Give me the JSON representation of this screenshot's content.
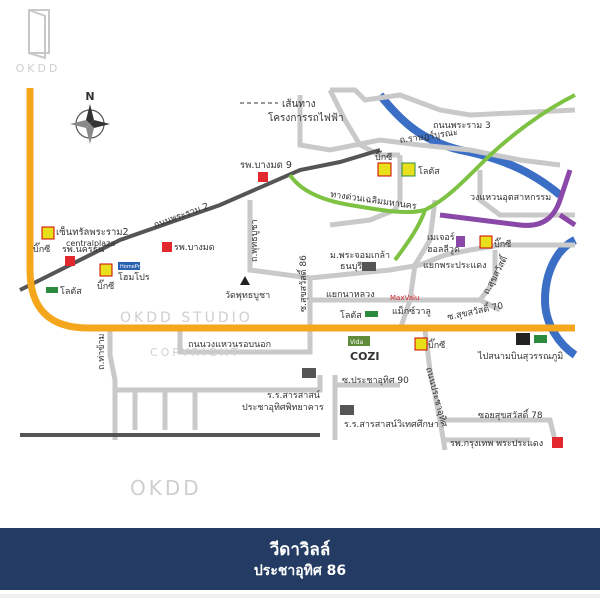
{
  "brand": {
    "logo_text": "OKDD",
    "watermark": "OKDD STUDIO",
    "watermark_sub": "COPYRIGHT"
  },
  "compass": {
    "north": "N"
  },
  "legend": {
    "rail_line1": "เส้นทาง",
    "rail_line2": "โครงการรถไฟฟ้า"
  },
  "roads": {
    "rama3": "ถนนพระราม 3",
    "ratburana": "ถ.ราษฎร์บูรณะ",
    "rama2": "ถนนพระราม 2",
    "expressway": "ทางด่วนเฉลิมมหานคร",
    "outer_ring": "วงแหวนอุตสาหกรรม",
    "sukhumvit86_left": "ซ.สุขสวัสดิ์ 86",
    "puttabucha": "ถ.พุทธบูชา",
    "sukhumvit70": "ซ.สุขสวัสดิ์ 70",
    "sukhumvit_road": "ถ.สุขสวัสดิ์",
    "tachang": "ถ.ท่าข้าม",
    "ring_inner": "ถนนวงแหวนรอบนอก",
    "pracha_uthit": "ถนนประชาอุทิศ",
    "pracha_uthit90": "ซ.ประชาอุทิศ 90",
    "sukhumvit78": "ซอยสุขสวัสดิ์ 78",
    "yaek_nahlong": "แยกนาหลวง",
    "yaek_prasaeng": "แยกพระประแดง"
  },
  "places": {
    "bangmod9": "รพ.บางมด 9",
    "bigc_top": "บิ๊กซี",
    "lotus_top": "โลตัส",
    "central": "เซ็นทรัลพระราม2",
    "central_logo": "centralplaza",
    "bigc_left": "บิ๊กซี",
    "nakorn": "รพ.นครธน",
    "bangmod": "รพ.บางมด",
    "homepro": "โฮมโปร",
    "lotus_left": "โลตัส",
    "bigc_mid": "บิ๊กซี",
    "homepro_logo": "HomePro",
    "wat": "วัดพุทธบูชา",
    "kmutt1": "ม.พระจอมเกล้า",
    "kmutt2": "ธนบุรี",
    "lotus_mid": "โลตัส",
    "maxvalu_logo": "MaxValu",
    "maxvalu": "แม็กซ์วาลู",
    "mega1": "เมเจอร์",
    "mega2": "ฮอลลีวูด",
    "bigc_right": "บิ๊กซี",
    "bigc_bottom": "บิ๊กซี",
    "airport": "ไปสนามบินสุวรรณภูมิ",
    "school1a": "ร.ร.สารสาสน์",
    "school1b": "ประชาอุทิศพิทยาคาร",
    "school2": "ร.ร.สารสาสน์วิเทศศึกษา",
    "bangkok_hosp": "รพ.กรุงเทพ พระประแดง",
    "project_logo": "COZI",
    "project_logo_top": "Vida"
  },
  "footer": {
    "title": "วีดาวิลล์",
    "subtitle": "ประชาอุทิศ 86"
  },
  "colors": {
    "orange_road": "#f4a61c",
    "gray_road": "#c9c9c9",
    "dark_road": "#555555",
    "green_line": "#7dc242",
    "purple_line": "#8a49a8",
    "river": "#3b6fc6",
    "bigc": "#e8e01a",
    "hospital": "#e2282d",
    "footer_bg": "#243b63"
  }
}
